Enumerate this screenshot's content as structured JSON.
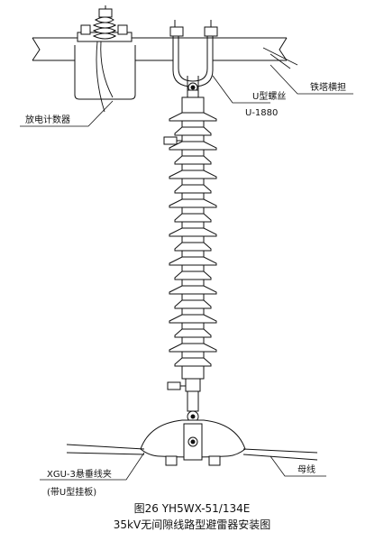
{
  "labels": {
    "counter": "放电计数器",
    "u_bolt_name": "U型螺丝",
    "u_bolt_code": "U-1880",
    "crossarm": "铁塔横担",
    "clamp": "XGU-3悬垂线夹",
    "clamp_note": "(带U型挂板)",
    "busbar": "母线"
  },
  "caption": {
    "line1": "图26 YH5WX-51/134E",
    "line2": "35kV无间隙线路型避雷器安装图"
  }
}
